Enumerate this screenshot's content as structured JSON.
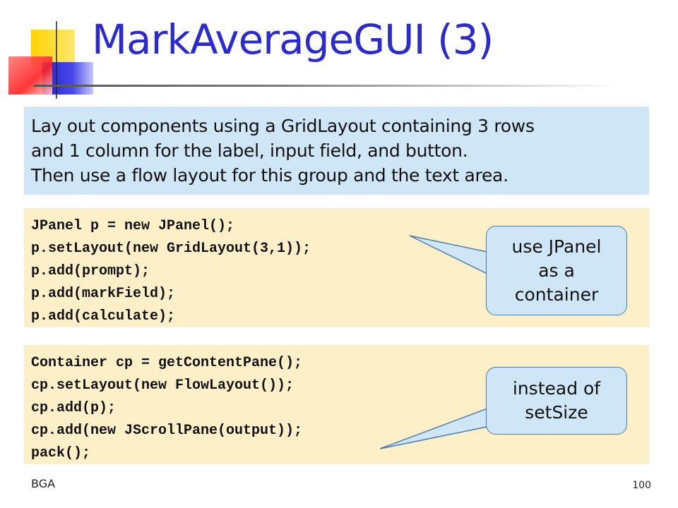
{
  "slide": {
    "title": "MarkAverageGUI (3)",
    "intro_lines": [
      "Lay out components using a GridLayout containing 3 rows",
      "and 1 column for the label, input field, and button.",
      "Then use a flow layout for this group and the text area."
    ],
    "code_block_1": [
      "JPanel p = new JPanel();",
      "p.setLayout(new GridLayout(3,1));",
      "p.add(prompt);",
      "p.add(markField);",
      "p.add(calculate);"
    ],
    "code_block_2": [
      "Container cp = getContentPane();",
      "cp.setLayout(new FlowLayout());",
      "cp.add(p);",
      "cp.add(new JScrollPane(output));",
      "pack();"
    ],
    "callout_1_lines": [
      "use JPanel",
      "as a",
      "container"
    ],
    "callout_2_lines": [
      "instead of",
      "setSize"
    ],
    "footer_left": "BGA",
    "page_number": "100"
  },
  "colors": {
    "title": "#2a2ad0",
    "intro_bg": "#cfe6f7",
    "code_bg": "#fdf0c9",
    "callout_bg": "#cfe6f7",
    "callout_border": "#4b7cb0"
  }
}
